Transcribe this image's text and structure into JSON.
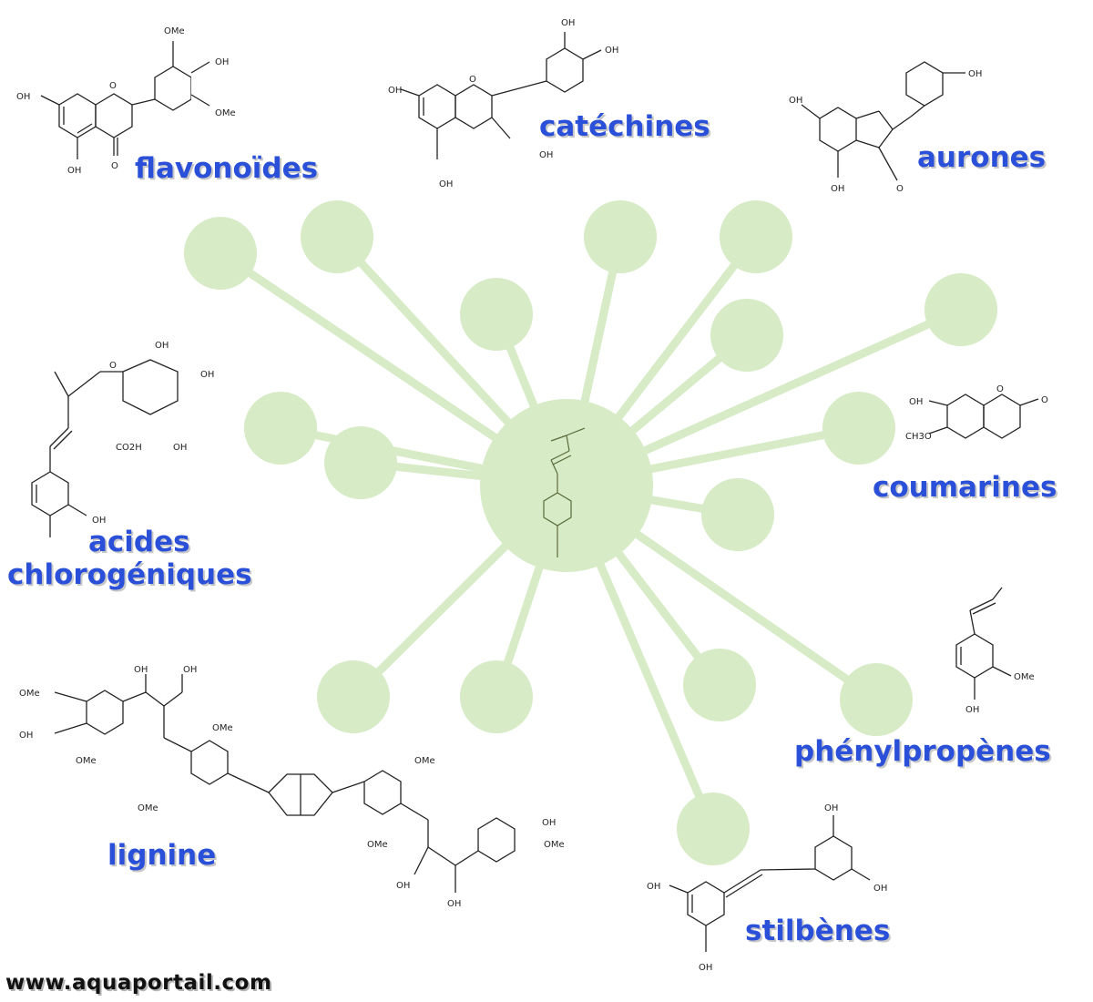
{
  "colors": {
    "node_fill": "#d6ebc6",
    "spoke_stroke": "#d6ebc6",
    "label_color": "#2a4fd8",
    "structure_stroke": "#222222"
  },
  "labels": {
    "flavonoides": "flavonoïdes",
    "catechines": "catéchines",
    "aurones": "aurones",
    "acides": "acides",
    "chlorogeniques": "chlorogéniques",
    "coumarines": "coumarines",
    "phenylpropenes": "phénylpropènes",
    "lignine": "lignine",
    "stilbenes": "stilbènes"
  },
  "atoms": {
    "oh": "OH",
    "ome": "OMe",
    "o": "O",
    "co2h": "CO2H",
    "cho": "CH3O"
  },
  "watermark": "www.aquaportail.com"
}
